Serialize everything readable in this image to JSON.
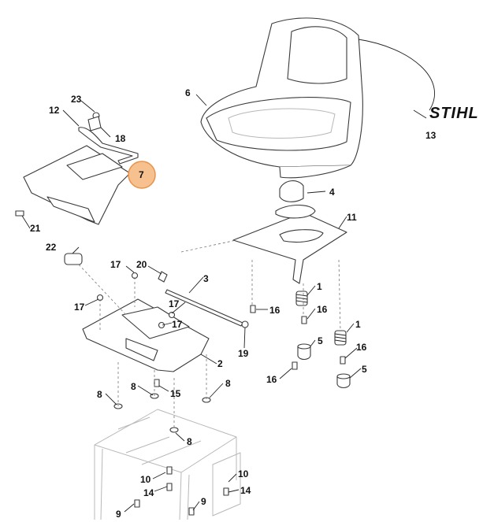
{
  "brand": {
    "logo_text": "STIHL"
  },
  "highlight": {
    "callout": "7",
    "fill_color": "#f6c08f",
    "stroke_color": "#e8934a"
  },
  "callouts": [
    "1",
    "2",
    "3",
    "4",
    "5",
    "6",
    "7",
    "8",
    "9",
    "10",
    "11",
    "12",
    "13",
    "14",
    "15",
    "16",
    "17",
    "18",
    "19",
    "20",
    "21",
    "22",
    "23"
  ]
}
